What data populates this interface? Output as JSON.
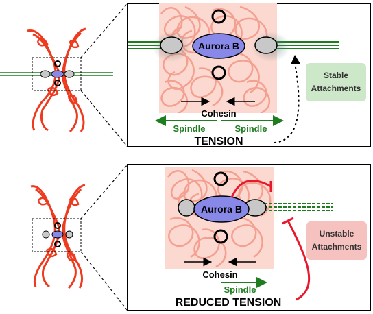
{
  "top": {
    "aurora_label": "Aurora B",
    "cohesin_label": "Cohesin",
    "spindle_left": "Spindle",
    "spindle_right": "Spindle",
    "tension_label": "TENSION",
    "attachment_line1": "Stable",
    "attachment_line2": "Attachments"
  },
  "bottom": {
    "aurora_label": "Aurora B",
    "cohesin_label": "Cohesin",
    "spindle_label": "Spindle",
    "tension_label": "REDUCED TENSION",
    "attachment_line1": "Unstable",
    "attachment_line2": "Attachments"
  },
  "colors": {
    "chromosome_dark": "#ee3b1f",
    "chromatin_light": "#f4a090",
    "aurora_fill": "#8888e8",
    "spindle_green": "#1e7d1e",
    "stable_box": "#cde8c8",
    "unstable_box": "#f5c2bf",
    "inhibition_red": "#e8192c"
  }
}
